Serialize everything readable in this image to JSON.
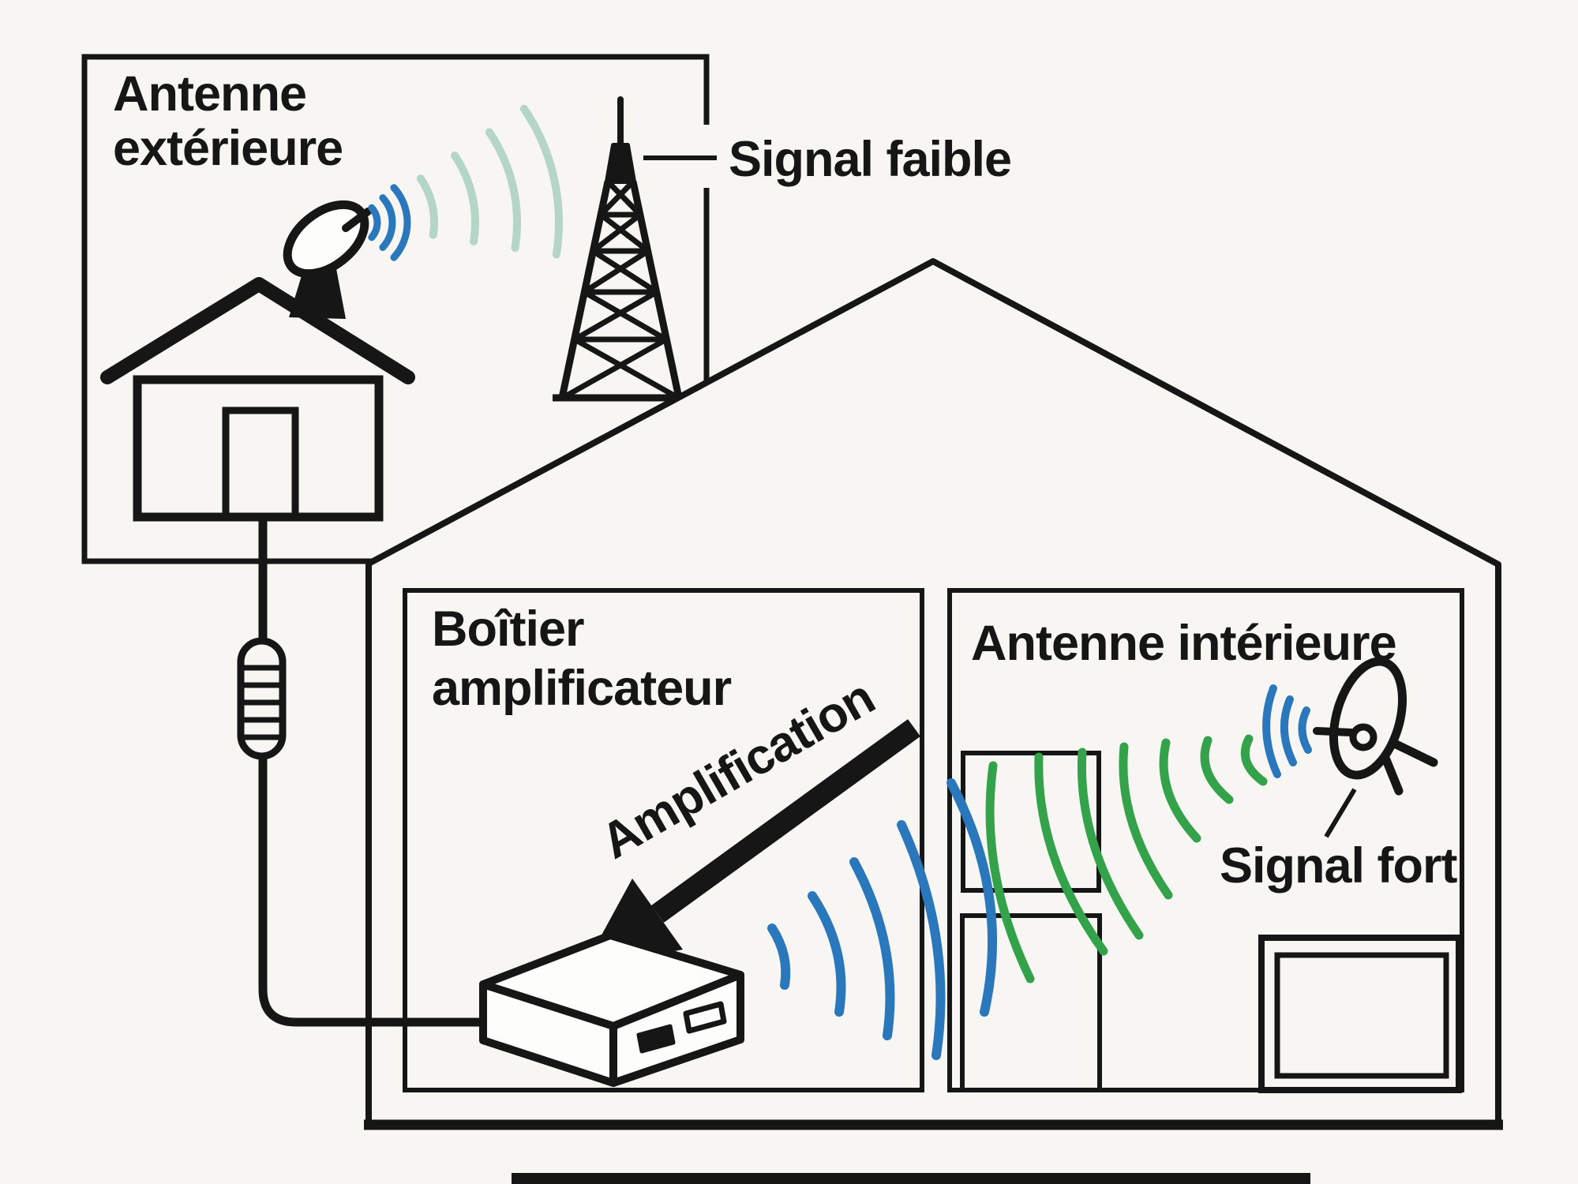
{
  "diagram": {
    "type": "signal-booster-schematic",
    "language": "fr"
  },
  "labels": {
    "outdoor_antenna": {
      "line1": "Antenne",
      "line2": "extérieure"
    },
    "weak_signal": "Signal faible",
    "amplifier_box": {
      "line1": "Boîtier",
      "line2": "amplificateur"
    },
    "amplification": "Amplification",
    "indoor_antenna": "Antenne intérieure",
    "strong_signal": "Signal fort"
  },
  "icons": [
    "house-icon",
    "satellite-dish-icon",
    "cell-tower-icon",
    "coil-icon",
    "amplifier-box-icon",
    "arrow-icon",
    "signal-waves-icon"
  ],
  "colors": {
    "background": "#f7f6f3",
    "ink": "#161616",
    "blue": "#2b77bb",
    "teal": "#b5d5c7",
    "green": "#33a24a",
    "white": "#fdfdfc"
  }
}
